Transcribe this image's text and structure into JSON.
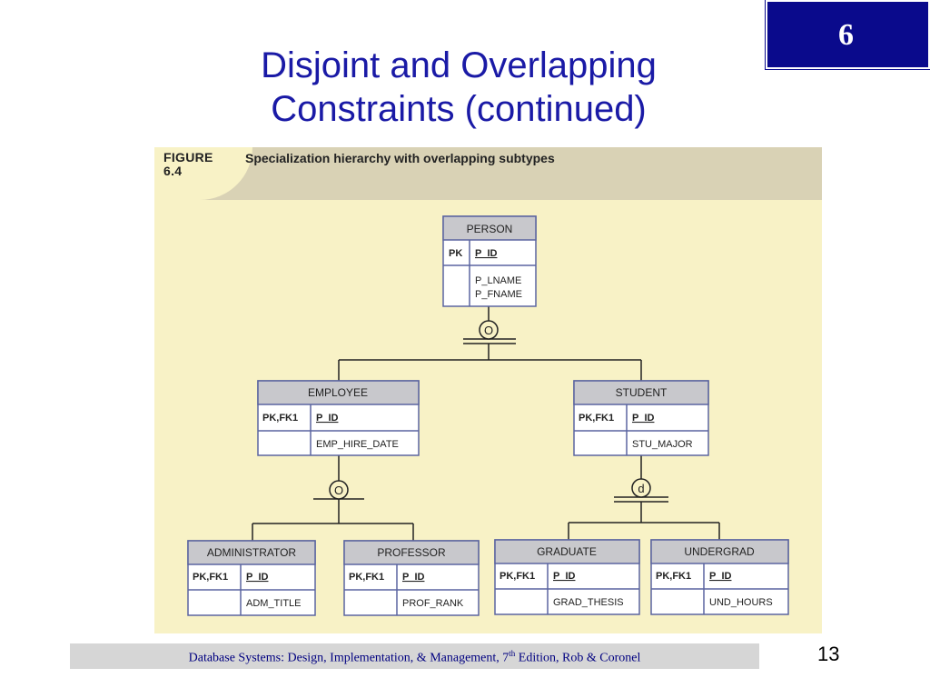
{
  "chapter_badge": "6",
  "title_line1": "Disjoint and Overlapping",
  "title_line2": "Constraints (continued)",
  "figure": {
    "label_line1": "FIGURE",
    "label_line2": "6.4",
    "caption": "Specialization hierarchy with overlapping subtypes"
  },
  "entities": {
    "person": {
      "name": "PERSON",
      "key_label": "PK",
      "key_attr": "P_ID",
      "attrs": [
        "P_LNAME",
        "P_FNAME"
      ]
    },
    "employee": {
      "name": "EMPLOYEE",
      "key_label": "PK,FK1",
      "key_attr": "P_ID",
      "attrs": [
        "EMP_HIRE_DATE"
      ]
    },
    "student": {
      "name": "STUDENT",
      "key_label": "PK,FK1",
      "key_attr": "P_ID",
      "attrs": [
        "STU_MAJOR"
      ]
    },
    "administrator": {
      "name": "ADMINISTRATOR",
      "key_label": "PK,FK1",
      "key_attr": "P_ID",
      "attrs": [
        "ADM_TITLE"
      ]
    },
    "professor": {
      "name": "PROFESSOR",
      "key_label": "PK,FK1",
      "key_attr": "P_ID",
      "attrs": [
        "PROF_RANK"
      ]
    },
    "graduate": {
      "name": "GRADUATE",
      "key_label": "PK,FK1",
      "key_attr": "P_ID",
      "attrs": [
        "GRAD_THESIS"
      ]
    },
    "undergrad": {
      "name": "UNDERGRAD",
      "key_label": "PK,FK1",
      "key_attr": "P_ID",
      "attrs": [
        "UND_HOURS"
      ]
    }
  },
  "symbols": {
    "person_specialization": "O",
    "employee_specialization": "O",
    "student_specialization": "d"
  },
  "footer": {
    "text_before_sup": "Database Systems: Design, Implementation, & Management, 7",
    "sup": "th",
    "text_after_sup": " Edition, Rob & Coronel"
  },
  "page_number": "13",
  "colors": {
    "slide_title": "#1a1aa6",
    "badge_bg": "#0a0a8c",
    "figure_bg": "#f8f2c6",
    "entity_header": "#c8c8cc",
    "entity_border": "#5a64a0"
  }
}
